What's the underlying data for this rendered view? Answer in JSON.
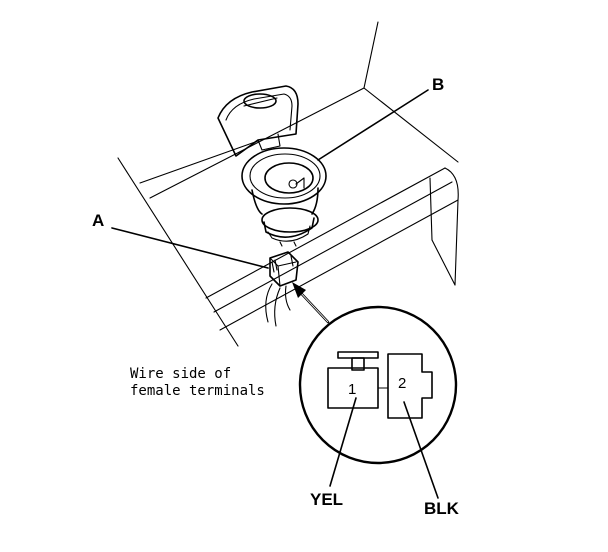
{
  "callouts": {
    "a": "A",
    "b": "B"
  },
  "connector_note": {
    "line1": "Wire side of",
    "line2": "female terminals"
  },
  "terminals": [
    {
      "number": "1",
      "wire_color": "YEL"
    },
    {
      "number": "2",
      "wire_color": "BLK"
    }
  ]
}
